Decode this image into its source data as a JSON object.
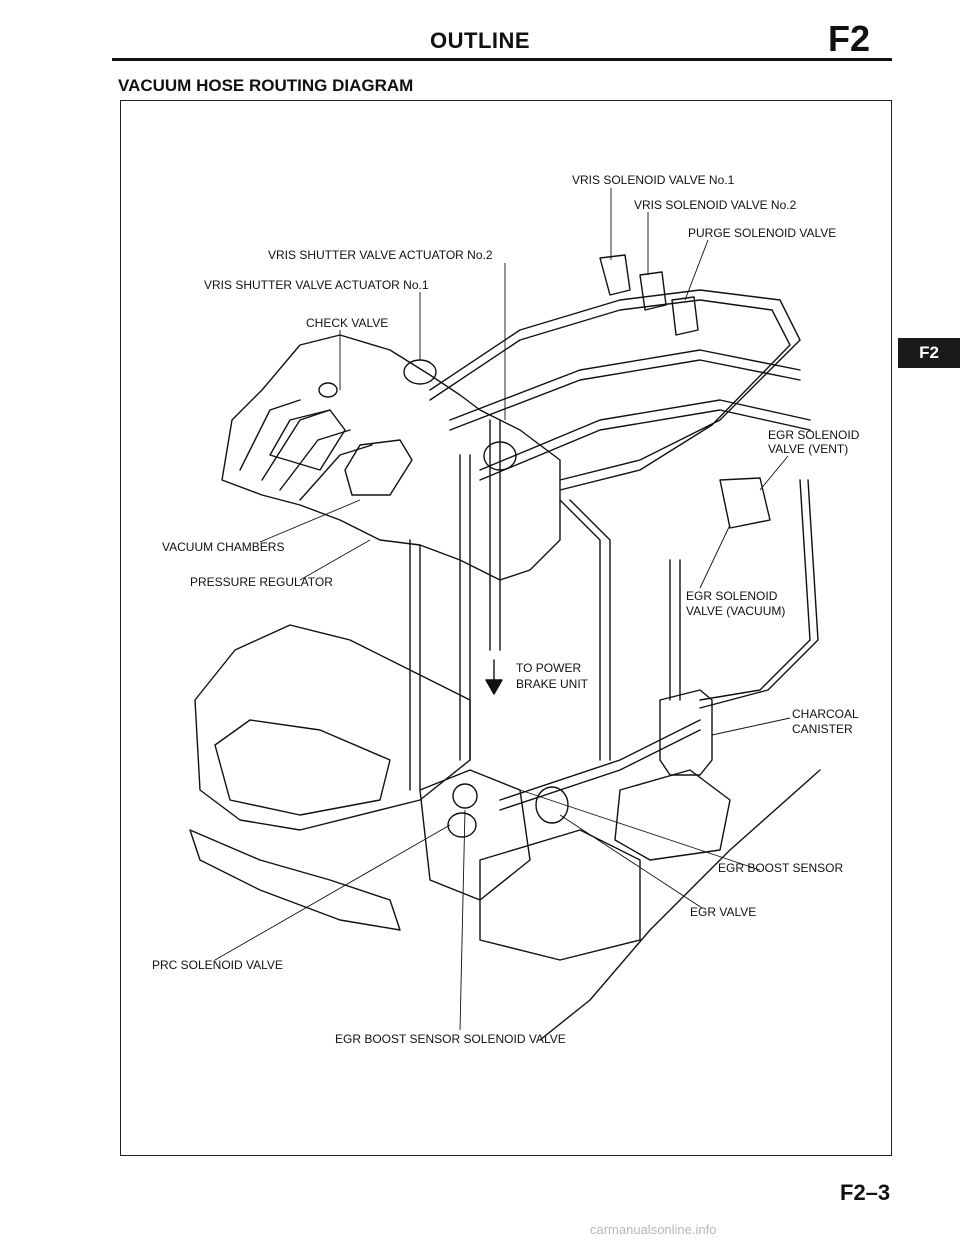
{
  "header": {
    "title": "OUTLINE",
    "section_code": "F2",
    "side_tab": "F2",
    "page_number": "F2–3"
  },
  "section_title": "VACUUM HOSE ROUTING DIAGRAM",
  "labels": {
    "vris_solenoid_1": "VRIS SOLENOID VALVE No.1",
    "vris_solenoid_2": "VRIS SOLENOID VALVE No.2",
    "purge_solenoid": "PURGE SOLENOID VALVE",
    "vris_actuator_2": "VRIS SHUTTER VALVE ACTUATOR No.2",
    "vris_actuator_1": "VRIS SHUTTER VALVE ACTUATOR No.1",
    "check_valve": "CHECK VALVE",
    "egr_vent_line1": "EGR SOLENOID",
    "egr_vent_line2": "VALVE (VENT)",
    "vacuum_chambers": "VACUUM CHAMBERS",
    "pressure_regulator": "PRESSURE REGULATOR",
    "egr_vacuum_line1": "EGR SOLENOID",
    "egr_vacuum_line2": "VALVE (VACUUM)",
    "power_brake_line1": "TO POWER",
    "power_brake_line2": "BRAKE UNIT",
    "charcoal_line1": "CHARCOAL",
    "charcoal_line2": "CANISTER",
    "egr_boost_sensor": "EGR BOOST SENSOR",
    "egr_valve": "EGR VALVE",
    "prc_solenoid": "PRC SOLENOID VALVE",
    "egr_boost_solenoid": "EGR BOOST SENSOR SOLENOID VALVE"
  },
  "watermark": "carmanualsonline.info"
}
